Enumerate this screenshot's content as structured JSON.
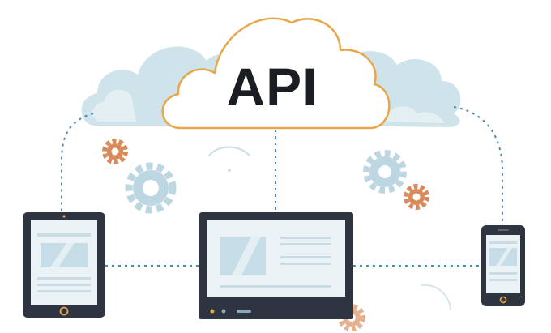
{
  "cloud": {
    "label": "API"
  },
  "colors": {
    "cloud_fill": "#ffffff",
    "cloud_outline": "#e8a64a",
    "back_cloud": "#cfe3ea",
    "connector": "#4a86b8",
    "device_frame": "#2f3540",
    "screen_light": "#eaf2f6",
    "screen_panel": "#d6e6ee",
    "gear_blue": "#bcd6e2",
    "gear_orange": "#d98a5a"
  },
  "icons": {
    "gears": [
      "gear-icon",
      "gear-icon",
      "gear-icon",
      "gear-icon",
      "gear-icon"
    ],
    "wifi": "wifi-icon"
  },
  "devices": [
    "tablet",
    "laptop",
    "phone"
  ]
}
